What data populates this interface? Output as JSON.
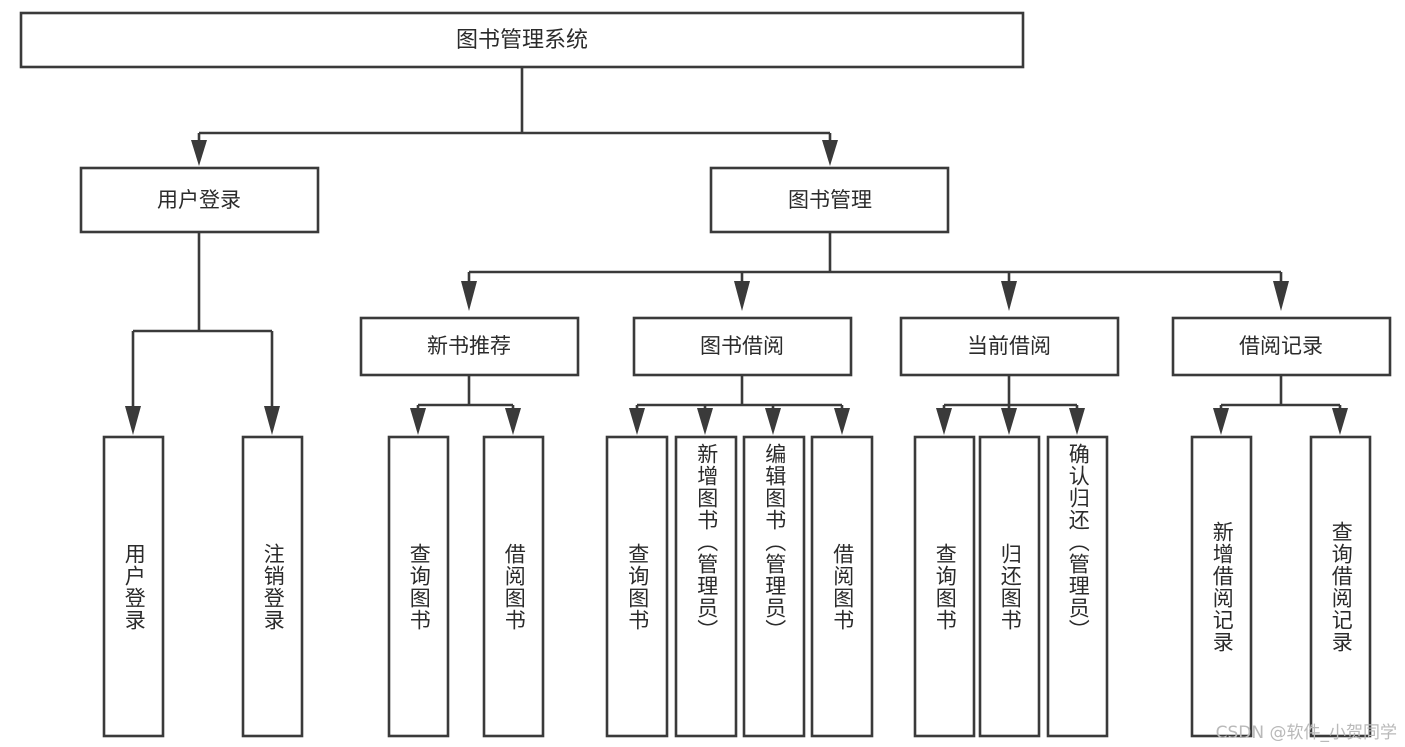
{
  "diagram": {
    "title": "图书管理系统",
    "type": "tree",
    "orientation": "top-down",
    "colors": {
      "box_stroke": "#3a3a3a",
      "box_fill": "#ffffff",
      "text": "#2b2b2b",
      "background": "#ffffff",
      "watermark": "#b9b9b9"
    },
    "root": {
      "label": "图书管理系统",
      "children": [
        {
          "label": "用户登录",
          "children": [
            {
              "label": "用户登录"
            },
            {
              "label": "注销登录"
            }
          ]
        },
        {
          "label": "图书管理",
          "children": [
            {
              "label": "新书推荐",
              "children": [
                {
                  "label": "查询图书"
                },
                {
                  "label": "借阅图书"
                }
              ]
            },
            {
              "label": "图书借阅",
              "children": [
                {
                  "label": "查询图书"
                },
                {
                  "label": "新增图书（管理员）"
                },
                {
                  "label": "编辑图书（管理员）"
                },
                {
                  "label": "借阅图书"
                }
              ]
            },
            {
              "label": "当前借阅",
              "children": [
                {
                  "label": "查询图书"
                },
                {
                  "label": "归还图书"
                },
                {
                  "label": "确认归还（管理员）"
                }
              ]
            },
            {
              "label": "借阅记录",
              "children": [
                {
                  "label": "新增借阅记录"
                },
                {
                  "label": "查询借阅记录"
                }
              ]
            }
          ]
        }
      ]
    },
    "nodes": {
      "root": "图书管理系统",
      "l1_user_login": "用户登录",
      "l1_book_manage": "图书管理",
      "l2_new_book": "新书推荐",
      "l2_book_borrow": "图书借阅",
      "l2_current_borrow": "当前借阅",
      "l2_borrow_record": "借阅记录",
      "leaf_user_login": "用户登录",
      "leaf_logout": "注销登录",
      "leaf_nb_query": "查询图书",
      "leaf_nb_borrow": "借阅图书",
      "leaf_bb_query": "查询图书",
      "leaf_bb_add": "新增图书（管理员）",
      "leaf_bb_edit": "编辑图书（管理员）",
      "leaf_bb_borrow": "借阅图书",
      "leaf_cb_query": "查询图书",
      "leaf_cb_return": "归还图书",
      "leaf_cb_confirm": "确认归还（管理员）",
      "leaf_br_add": "新增借阅记录",
      "leaf_br_query": "查询借阅记录"
    },
    "watermark": "CSDN @软件_小贺同学"
  }
}
